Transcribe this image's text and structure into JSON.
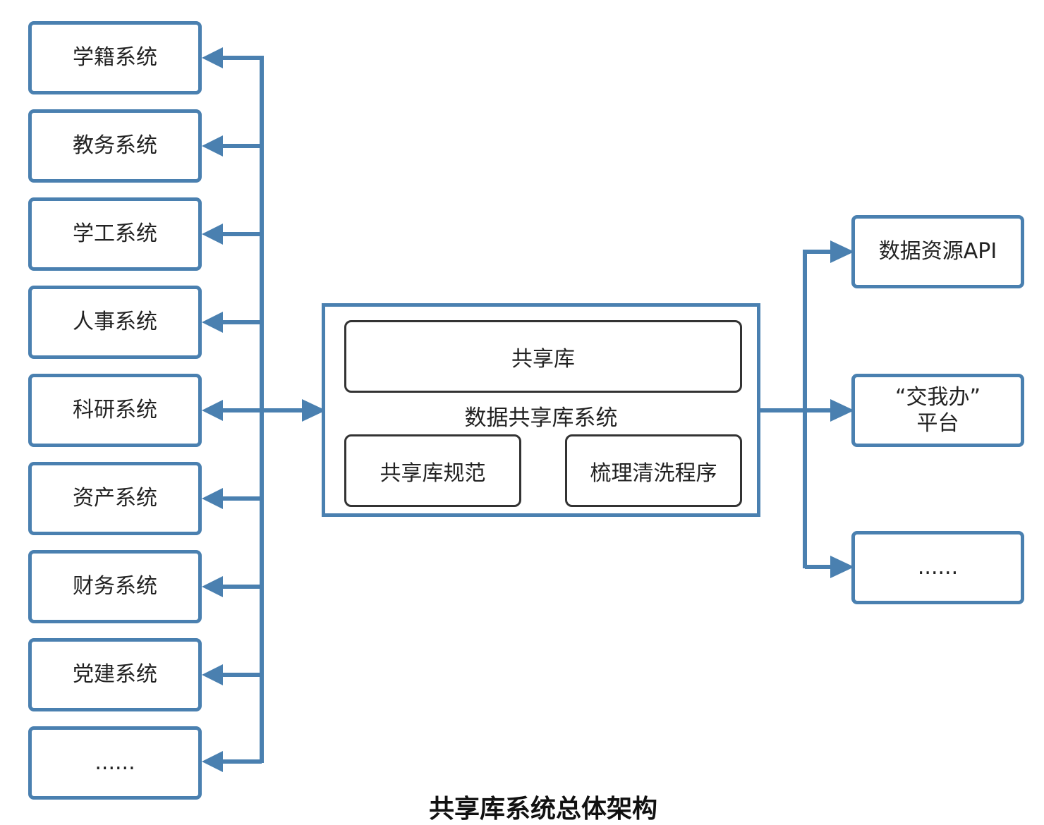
{
  "colors": {
    "node_border": "#4a80b0",
    "connector": "#4a80b0",
    "inner_border": "#333333",
    "text": "#222222"
  },
  "left_systems": [
    "学籍系统",
    "教务系统",
    "学工系统",
    "人事系统",
    "科研系统",
    "资产系统",
    "财务系统",
    "党建系统",
    "......"
  ],
  "hub": {
    "label": "数据共享库系统",
    "top_box": "共享库",
    "bottom_left": "共享库规范",
    "bottom_right": "梳理清洗程序"
  },
  "outputs": [
    "数据资源API",
    "“交我办”\n平台",
    "......"
  ],
  "caption": "共享库系统总体架构"
}
